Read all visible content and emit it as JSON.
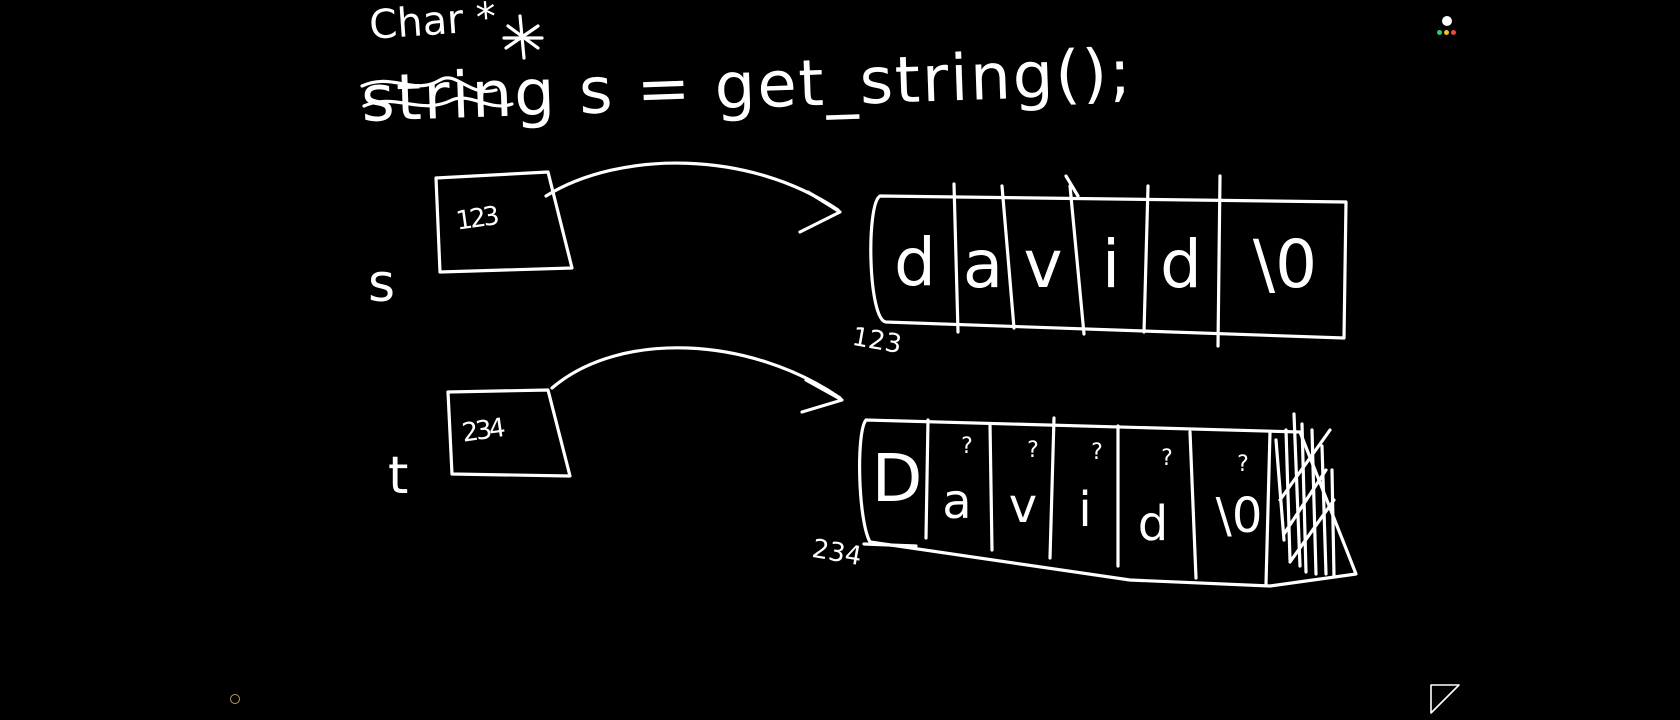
{
  "whiteboard": {
    "top_note": "Char *",
    "code_line": "string s = get_string();",
    "pointer_s": {
      "label": "s",
      "value": "123",
      "target_address": "123",
      "cells": [
        "d",
        "a",
        "v",
        "i",
        "d",
        "\\0"
      ]
    },
    "pointer_t": {
      "label": "t",
      "value": "234",
      "target_address": "234",
      "cells": [
        "D",
        "a",
        "v",
        "i",
        "d",
        "\\0"
      ],
      "marks": [
        "?",
        "?",
        "?",
        "?",
        "?"
      ]
    }
  },
  "toolbar": {
    "indicator_colors": [
      "#2ecc71",
      "#f1c40f",
      "#e74c3c"
    ],
    "accent_circle_color": "#b99a60"
  }
}
